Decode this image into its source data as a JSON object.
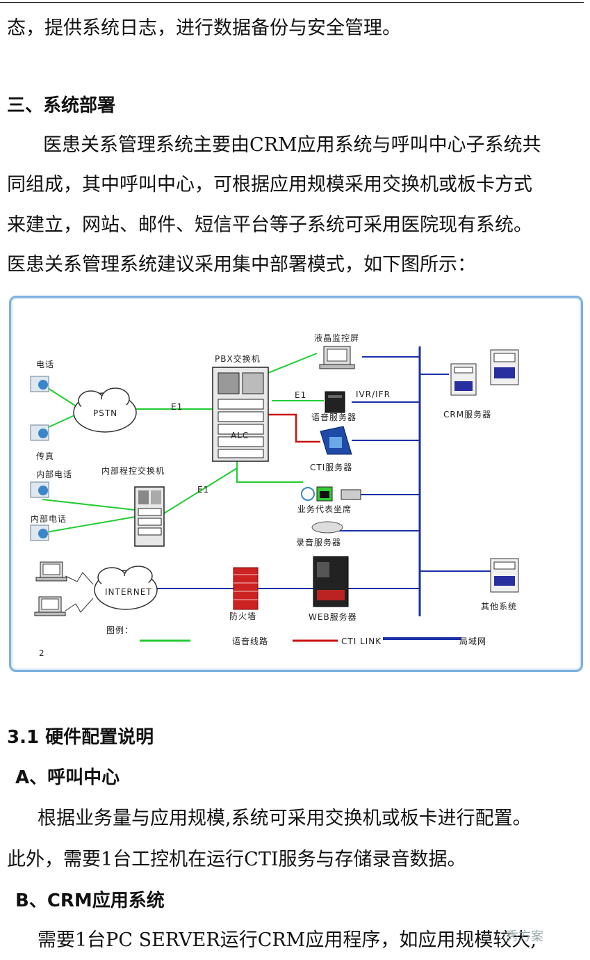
{
  "text": {
    "line1": "态，提供系统日志，进行数据备份与安全管理。",
    "heading3": "三、系统部署",
    "para_a": "医患关系管理系统主要由CRM应用系统与呼叫中心子系统共",
    "para_b": "同组成，其中呼叫中心，可根据应用规模采用交换机或板卡方式",
    "para_c": "来建立，网站、邮件、短信平台等子系统可采用医院现有系统。",
    "para_d": "医患关系管理系统建议采用集中部署模式，如下图所示：",
    "heading31": "3.1 硬件配置说明",
    "headingA": "A、呼叫中心",
    "para_e": "根据业务量与应用规模,系统可采用交换机或板卡进行配置。",
    "para_f": "此外，需要1台工控机在运行CTI服务与存储录音数据。",
    "headingB": "B、CRM应用系统",
    "para_g": "需要1台PC SERVER运行CRM应用程序，如应用规模较大,",
    "watermark": "秀方案"
  },
  "diagram": {
    "phone": "电话",
    "fax": "传真",
    "internal_phone_1": "内部电话",
    "internal_phone_2": "内部电话",
    "pstn": "PSTN",
    "internet": "INTERNET",
    "pbx": "PBX交换机",
    "internal_switch": "内部程控交换机",
    "e1_a": "E1",
    "e1_b": "E1",
    "e1_c": "E1",
    "lcd": "液晶监控屏",
    "ivr": "IVR/IFR",
    "voice_server": "语音服务器",
    "cti_server": "CTI服务器",
    "agent": "业务代表坐席",
    "recording_server": "录音服务器",
    "crm_server": "CRM服务器",
    "other_systems": "其他系统",
    "firewall": "防火墙",
    "web_server": "WEB服务器",
    "legend_title": "图例：",
    "legend_voice": "语音线路",
    "legend_cti": "CTI LINK",
    "legend_lan": "局域网",
    "page_num": "2",
    "alc": "ALC",
    "colors": {
      "voice": "#22cc33",
      "cti": "#cc1111",
      "lan": "#1a2fa8"
    }
  }
}
